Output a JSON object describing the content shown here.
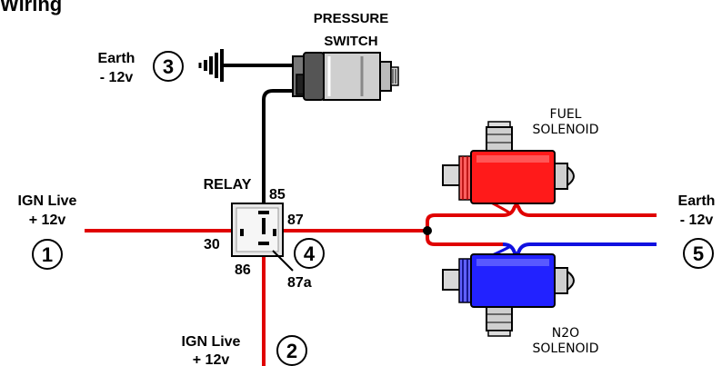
{
  "title": "Wiring",
  "pressure_switch": {
    "line1": "PRESSURE",
    "line2": "SWITCH"
  },
  "earth_top": {
    "line1": "Earth",
    "line2": "- 12v",
    "number": "3"
  },
  "relay": {
    "label": "RELAY",
    "pin_85": "85",
    "pin_87": "87",
    "pin_30": "30",
    "pin_86": "86",
    "pin_87a": "87a",
    "number": "4"
  },
  "ign_left": {
    "line1": "IGN Live",
    "line2": "+ 12v",
    "number": "1"
  },
  "ign_bottom": {
    "line1": "IGN Live",
    "line2": "+ 12v",
    "number": "2"
  },
  "earth_right": {
    "line1": "Earth",
    "line2": "- 12v",
    "number": "5"
  },
  "fuel_solenoid": {
    "line1": "FUEL",
    "line2": "SOLENOID"
  },
  "n2o_solenoid": {
    "line1": "N2O",
    "line2": "SOLENOID"
  },
  "colors": {
    "live": "#e00000",
    "earth": "#1010e0",
    "black": "#000000",
    "fuel": "#ff1a1a",
    "n2o": "#2222ff"
  }
}
